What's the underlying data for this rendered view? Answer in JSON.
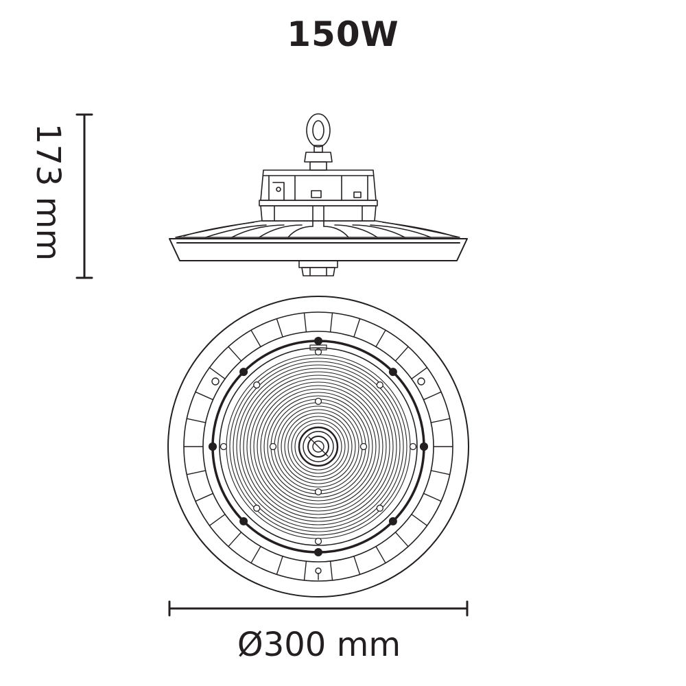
{
  "title": "150W",
  "dimensions": {
    "height": "173 mm",
    "diameter": "Ø300 mm"
  },
  "line_color": "#231f20"
}
